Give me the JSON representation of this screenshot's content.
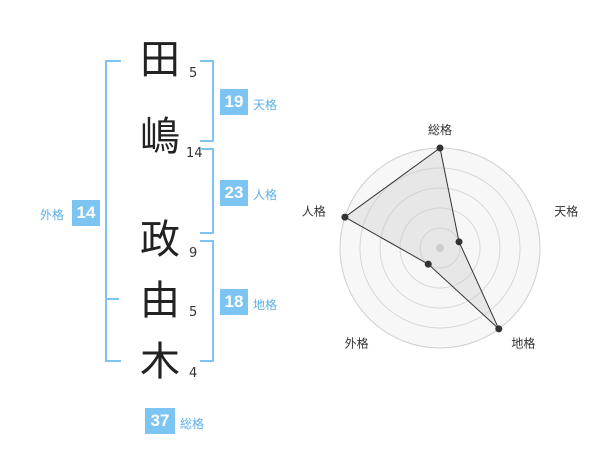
{
  "name_chars": [
    {
      "char": "田",
      "strokes": "5"
    },
    {
      "char": "嶋",
      "strokes": "14"
    },
    {
      "char": "政",
      "strokes": "9"
    },
    {
      "char": "由",
      "strokes": "5"
    },
    {
      "char": "木",
      "strokes": "4"
    }
  ],
  "fortune": {
    "tenkaku": {
      "value": "19",
      "label": "天格"
    },
    "jinkaku": {
      "value": "23",
      "label": "人格"
    },
    "chikaku": {
      "value": "18",
      "label": "地格"
    },
    "gaikaku": {
      "value": "14",
      "label": "外格"
    },
    "soukaku": {
      "value": "37",
      "label": "総格"
    }
  },
  "colors": {
    "accent": "#7cc4f2",
    "label": "#5bb0e8",
    "text": "#222222"
  },
  "chart_data": {
    "type": "radar",
    "axes": [
      "総格",
      "天格",
      "地格",
      "外格",
      "人格"
    ],
    "values": [
      5,
      1,
      5,
      1,
      5
    ],
    "range": [
      0,
      5
    ],
    "rings": 5
  }
}
